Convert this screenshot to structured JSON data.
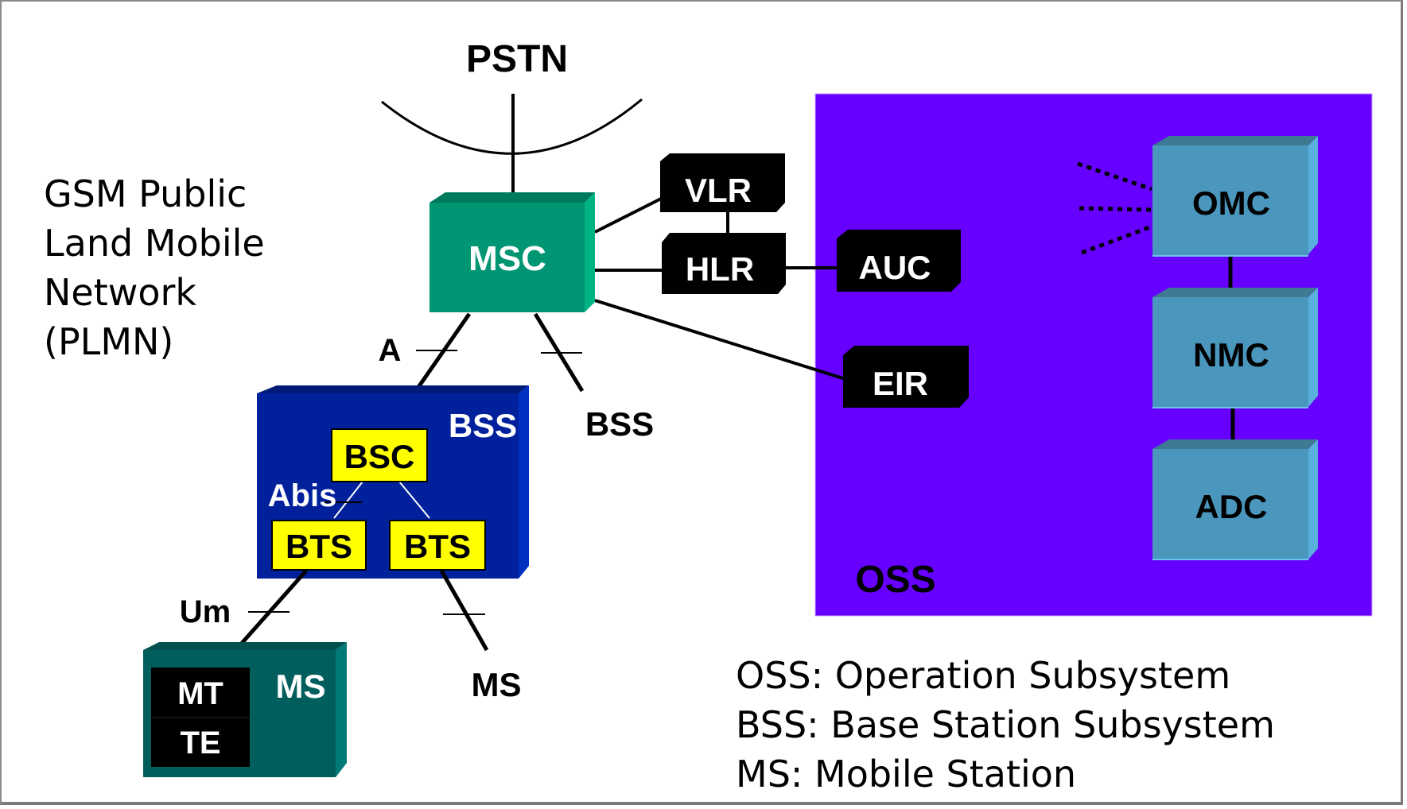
{
  "title": {
    "lines": [
      "GSM Public",
      "Land Mobile",
      "Network",
      "(PLMN)"
    ]
  },
  "colors": {
    "msc": "#009673",
    "msc_top": "#007a5c",
    "msc_side": "#00b383",
    "bss": "#00209c",
    "bss_top": "#001a7a",
    "bss_side": "#0030c0",
    "ms": "#005f5c",
    "ms_top": "#00504d",
    "ms_side": "#007a78",
    "oss": "#6600ff",
    "oss_block": "#4b96bd",
    "oss_block_top": "#3f7a95",
    "oss_block_side": "#5ab0dc",
    "yellow": "#ffff00",
    "black": "#000000",
    "white": "#ffffff"
  },
  "nodes": {
    "pstn": "PSTN",
    "msc": "MSC",
    "vlr": "VLR",
    "hlr": "HLR",
    "auc": "AUC",
    "eir": "EIR",
    "bss_box": "BSS",
    "bss_other": "BSS",
    "bsc": "BSC",
    "bts1": "BTS",
    "bts2": "BTS",
    "ms_box": "MS",
    "ms_other": "MS",
    "mt": "MT",
    "te": "TE",
    "omc": "OMC",
    "nmc": "NMC",
    "adc": "ADC",
    "oss": "OSS"
  },
  "interfaces": {
    "a": "A",
    "abis": "Abis",
    "um": "Um"
  },
  "legend": [
    "OSS: Operation Subsystem",
    "BSS: Base Station Subsystem",
    "MS: Mobile Station"
  ]
}
